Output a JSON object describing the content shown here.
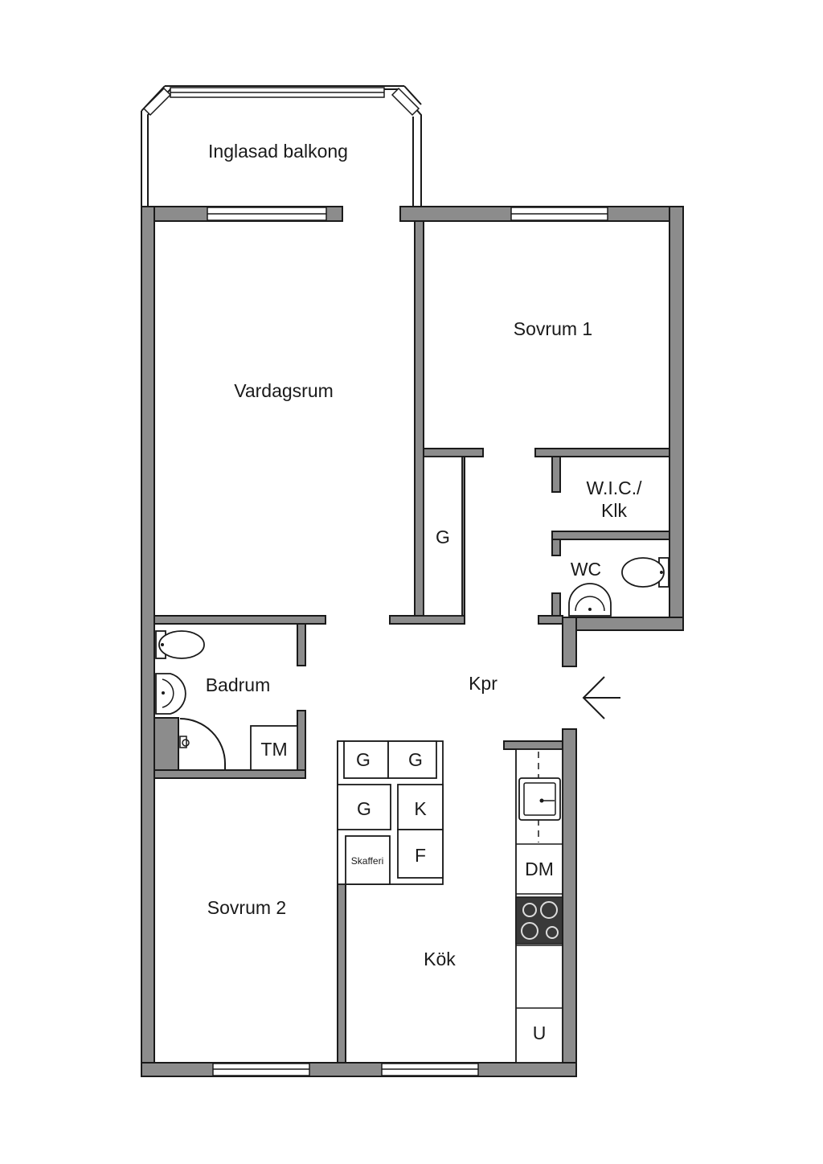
{
  "rooms": {
    "balcony": "Inglasad balkong",
    "living_room": "Vardagsrum",
    "bedroom_1": "Sovrum 1",
    "closet": "G",
    "walk_in_closet_line1": "W.I.C./",
    "walk_in_closet_line2": "Klk",
    "wc": "WC",
    "bathroom": "Badrum",
    "hallway": "Kpr",
    "washing_machine": "TM",
    "bedroom_2": "Sovrum 2",
    "kitchen": "Kök"
  },
  "kitchen_units": {
    "cabinet_a": "G",
    "cabinet_b": "G",
    "cabinet_c": "G",
    "fridge": "K",
    "freezer": "F",
    "pantry": "Skafferi",
    "dishwasher": "DM",
    "oven": "U"
  },
  "colors": {
    "wall_fill": "#8c8c8c",
    "outline": "#1a1a1a",
    "hob": "#3a3a3a"
  },
  "icons": [
    "entrance-arrow-icon",
    "toilet-icon",
    "washbasin-icon",
    "sink-icon",
    "hob-icon",
    "door-swing-icon"
  ]
}
